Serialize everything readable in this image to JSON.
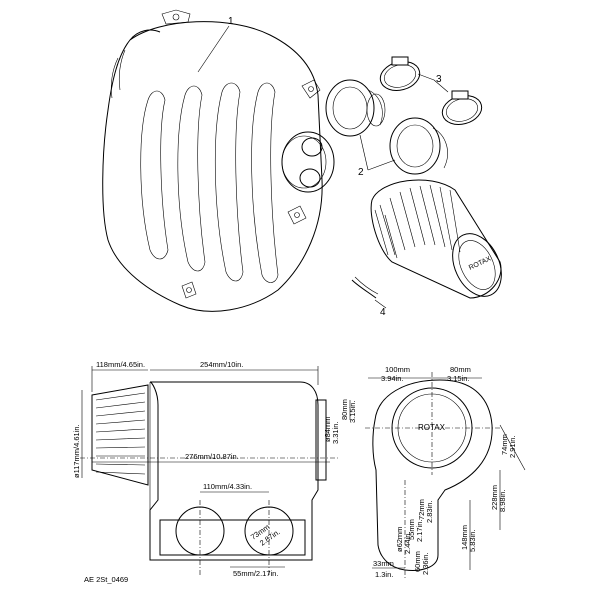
{
  "callouts": {
    "airbox": "1",
    "sleeve": "2",
    "clamps": "3",
    "tie": "4"
  },
  "filter_brand": "ROTAX",
  "front_view": {
    "d_filter_len": "118mm/4.65in.",
    "d_width_top": "254mm/10in.",
    "d_width_total": "276mm/10.87in.",
    "d_diameter": "ø117mm/4.61in.",
    "d_side_80_mm": "80mm",
    "d_side_80_in": "3.15in.",
    "d_outlet_84_mm": "ø84mm",
    "d_outlet_84_in": "3.31in.",
    "d_spacing": "110mm/4.33in.",
    "d_port_73_mm": "73mm",
    "d_port_73_in": "2.87in.",
    "d_bottom": "55mm/2.17in."
  },
  "side_view": {
    "d_top_100_mm": "100mm",
    "d_top_100_in": "3.94in.",
    "d_top_80_mm": "80mm",
    "d_top_80_in": "3.15in.",
    "d_74_mm": "74mm",
    "d_74_in": "2.91in.",
    "d_228_mm": "228mm",
    "d_228_in": "8.98in.",
    "d_148_mm": "148mm",
    "d_148_in": "5.83in.",
    "d_72_mm": "72mm",
    "d_72_in": "2.83in.",
    "d_55_mm": "55mm",
    "d_55_in": "2.17in.",
    "d_62_mm": "ø62mm",
    "d_62_in": "2.44in.",
    "d_60_mm": "60mm",
    "d_60_in": "2.36in.",
    "d_33_mm": "33mm",
    "d_33_in": "1.3in."
  },
  "figure_code": "AE 2St_0469"
}
